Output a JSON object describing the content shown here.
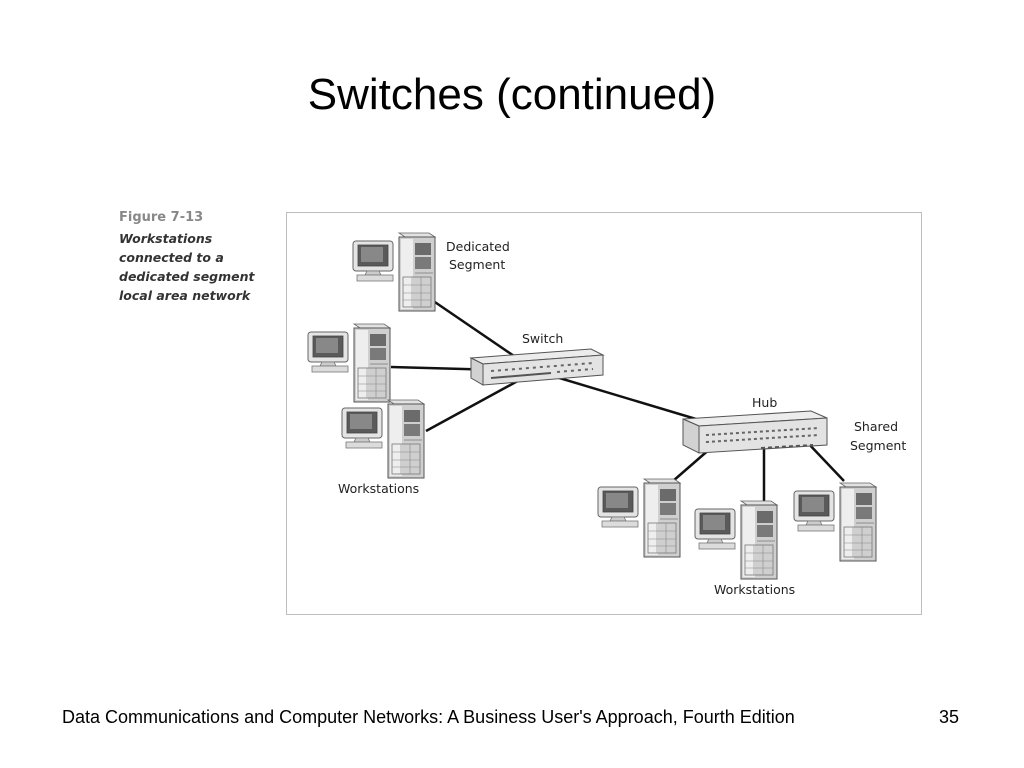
{
  "slide": {
    "title": "Switches (continued)",
    "footer": "Data Communications and Computer Networks: A Business User's Approach, Fourth Edition",
    "page_number": "35"
  },
  "caption": {
    "figure_number": "Figure 7-13",
    "text": "Workstations connected to a dedicated segment local area network"
  },
  "diagram": {
    "labels": {
      "dedicated_line1": "Dedicated",
      "dedicated_line2": "Segment",
      "switch": "Switch",
      "hub": "Hub",
      "shared_line1": "Shared",
      "shared_line2": "Segment",
      "workstations_left": "Workstations",
      "workstations_right": "Workstations"
    }
  }
}
